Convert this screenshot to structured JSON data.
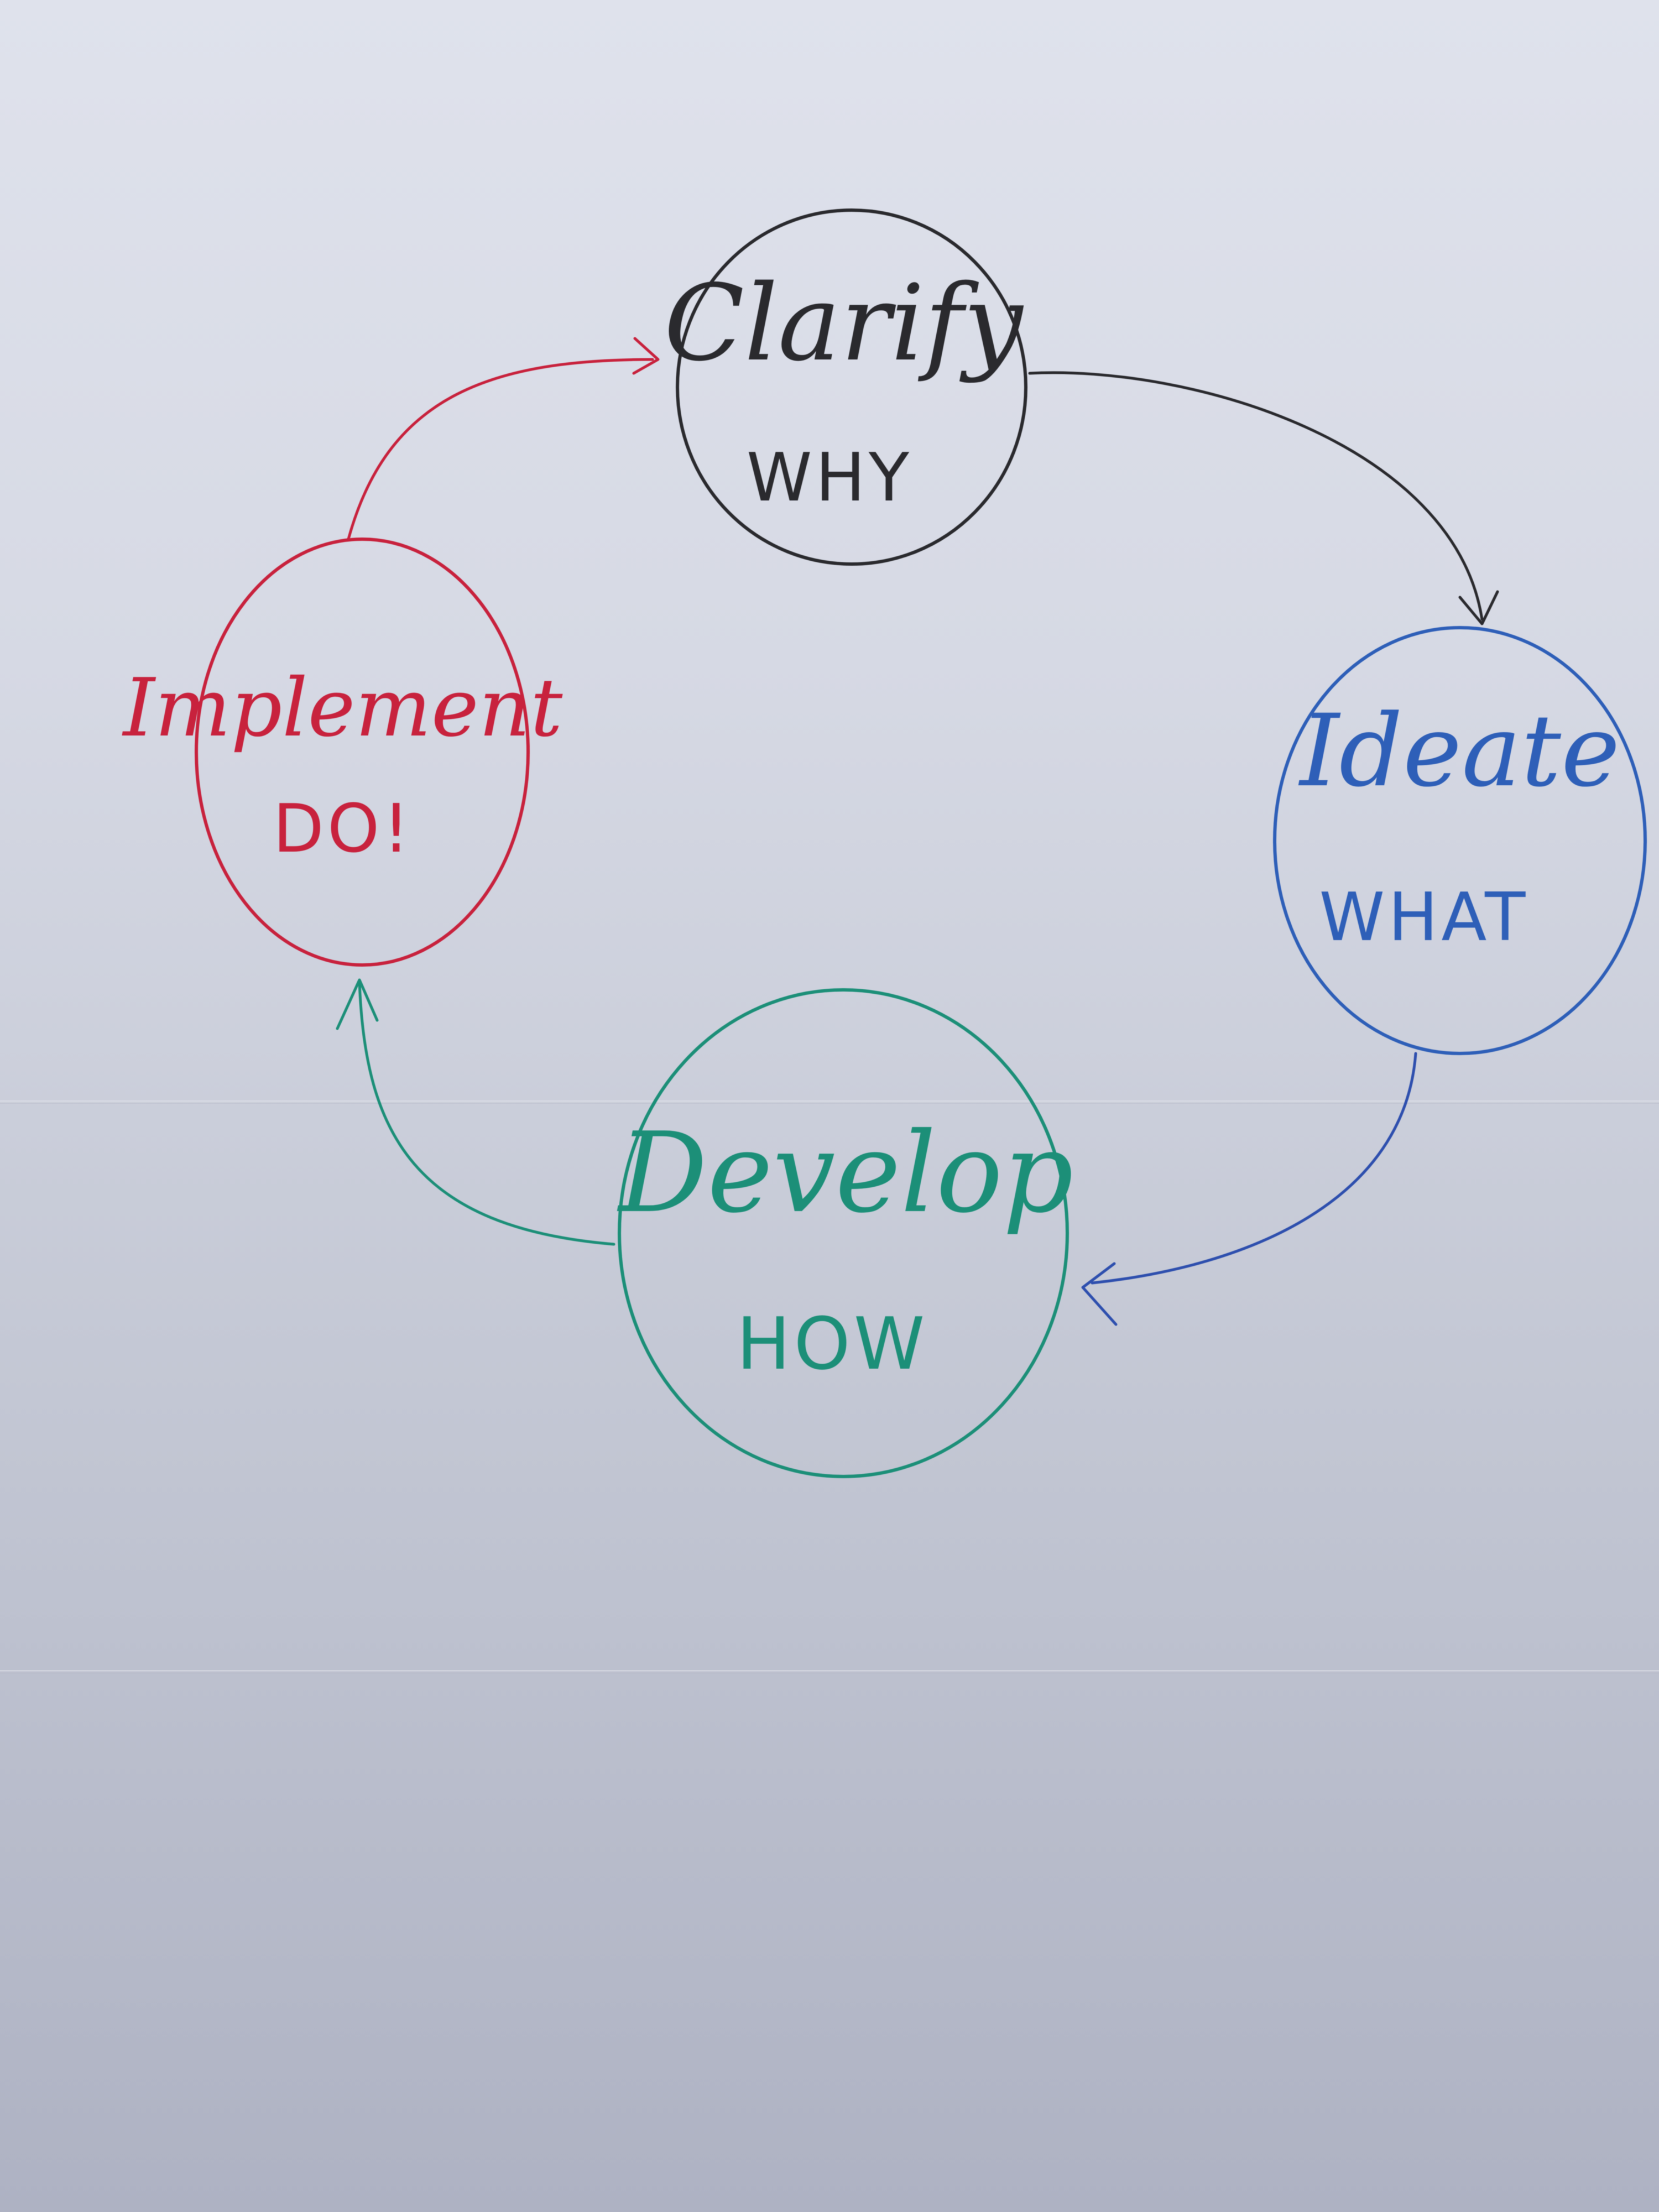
{
  "stages": [
    {
      "id": "clarify",
      "title": "Clarify",
      "question": "WHY",
      "color": "#2a2a2e"
    },
    {
      "id": "ideate",
      "title": "Ideate",
      "question": "WHAT",
      "color": "#2e5fb8"
    },
    {
      "id": "develop",
      "title": "Develop",
      "question": "HOW",
      "color": "#1a8f78"
    },
    {
      "id": "implement",
      "title": "Implement",
      "question": "DO!",
      "color": "#c8243c"
    }
  ],
  "flow": [
    {
      "from": "clarify",
      "to": "ideate",
      "color": "#2a2a2e"
    },
    {
      "from": "ideate",
      "to": "develop",
      "color": "#2e4fae"
    },
    {
      "from": "develop",
      "to": "implement",
      "color": "#1a8f78"
    },
    {
      "from": "implement",
      "to": "clarify",
      "color": "#c8243c"
    }
  ]
}
